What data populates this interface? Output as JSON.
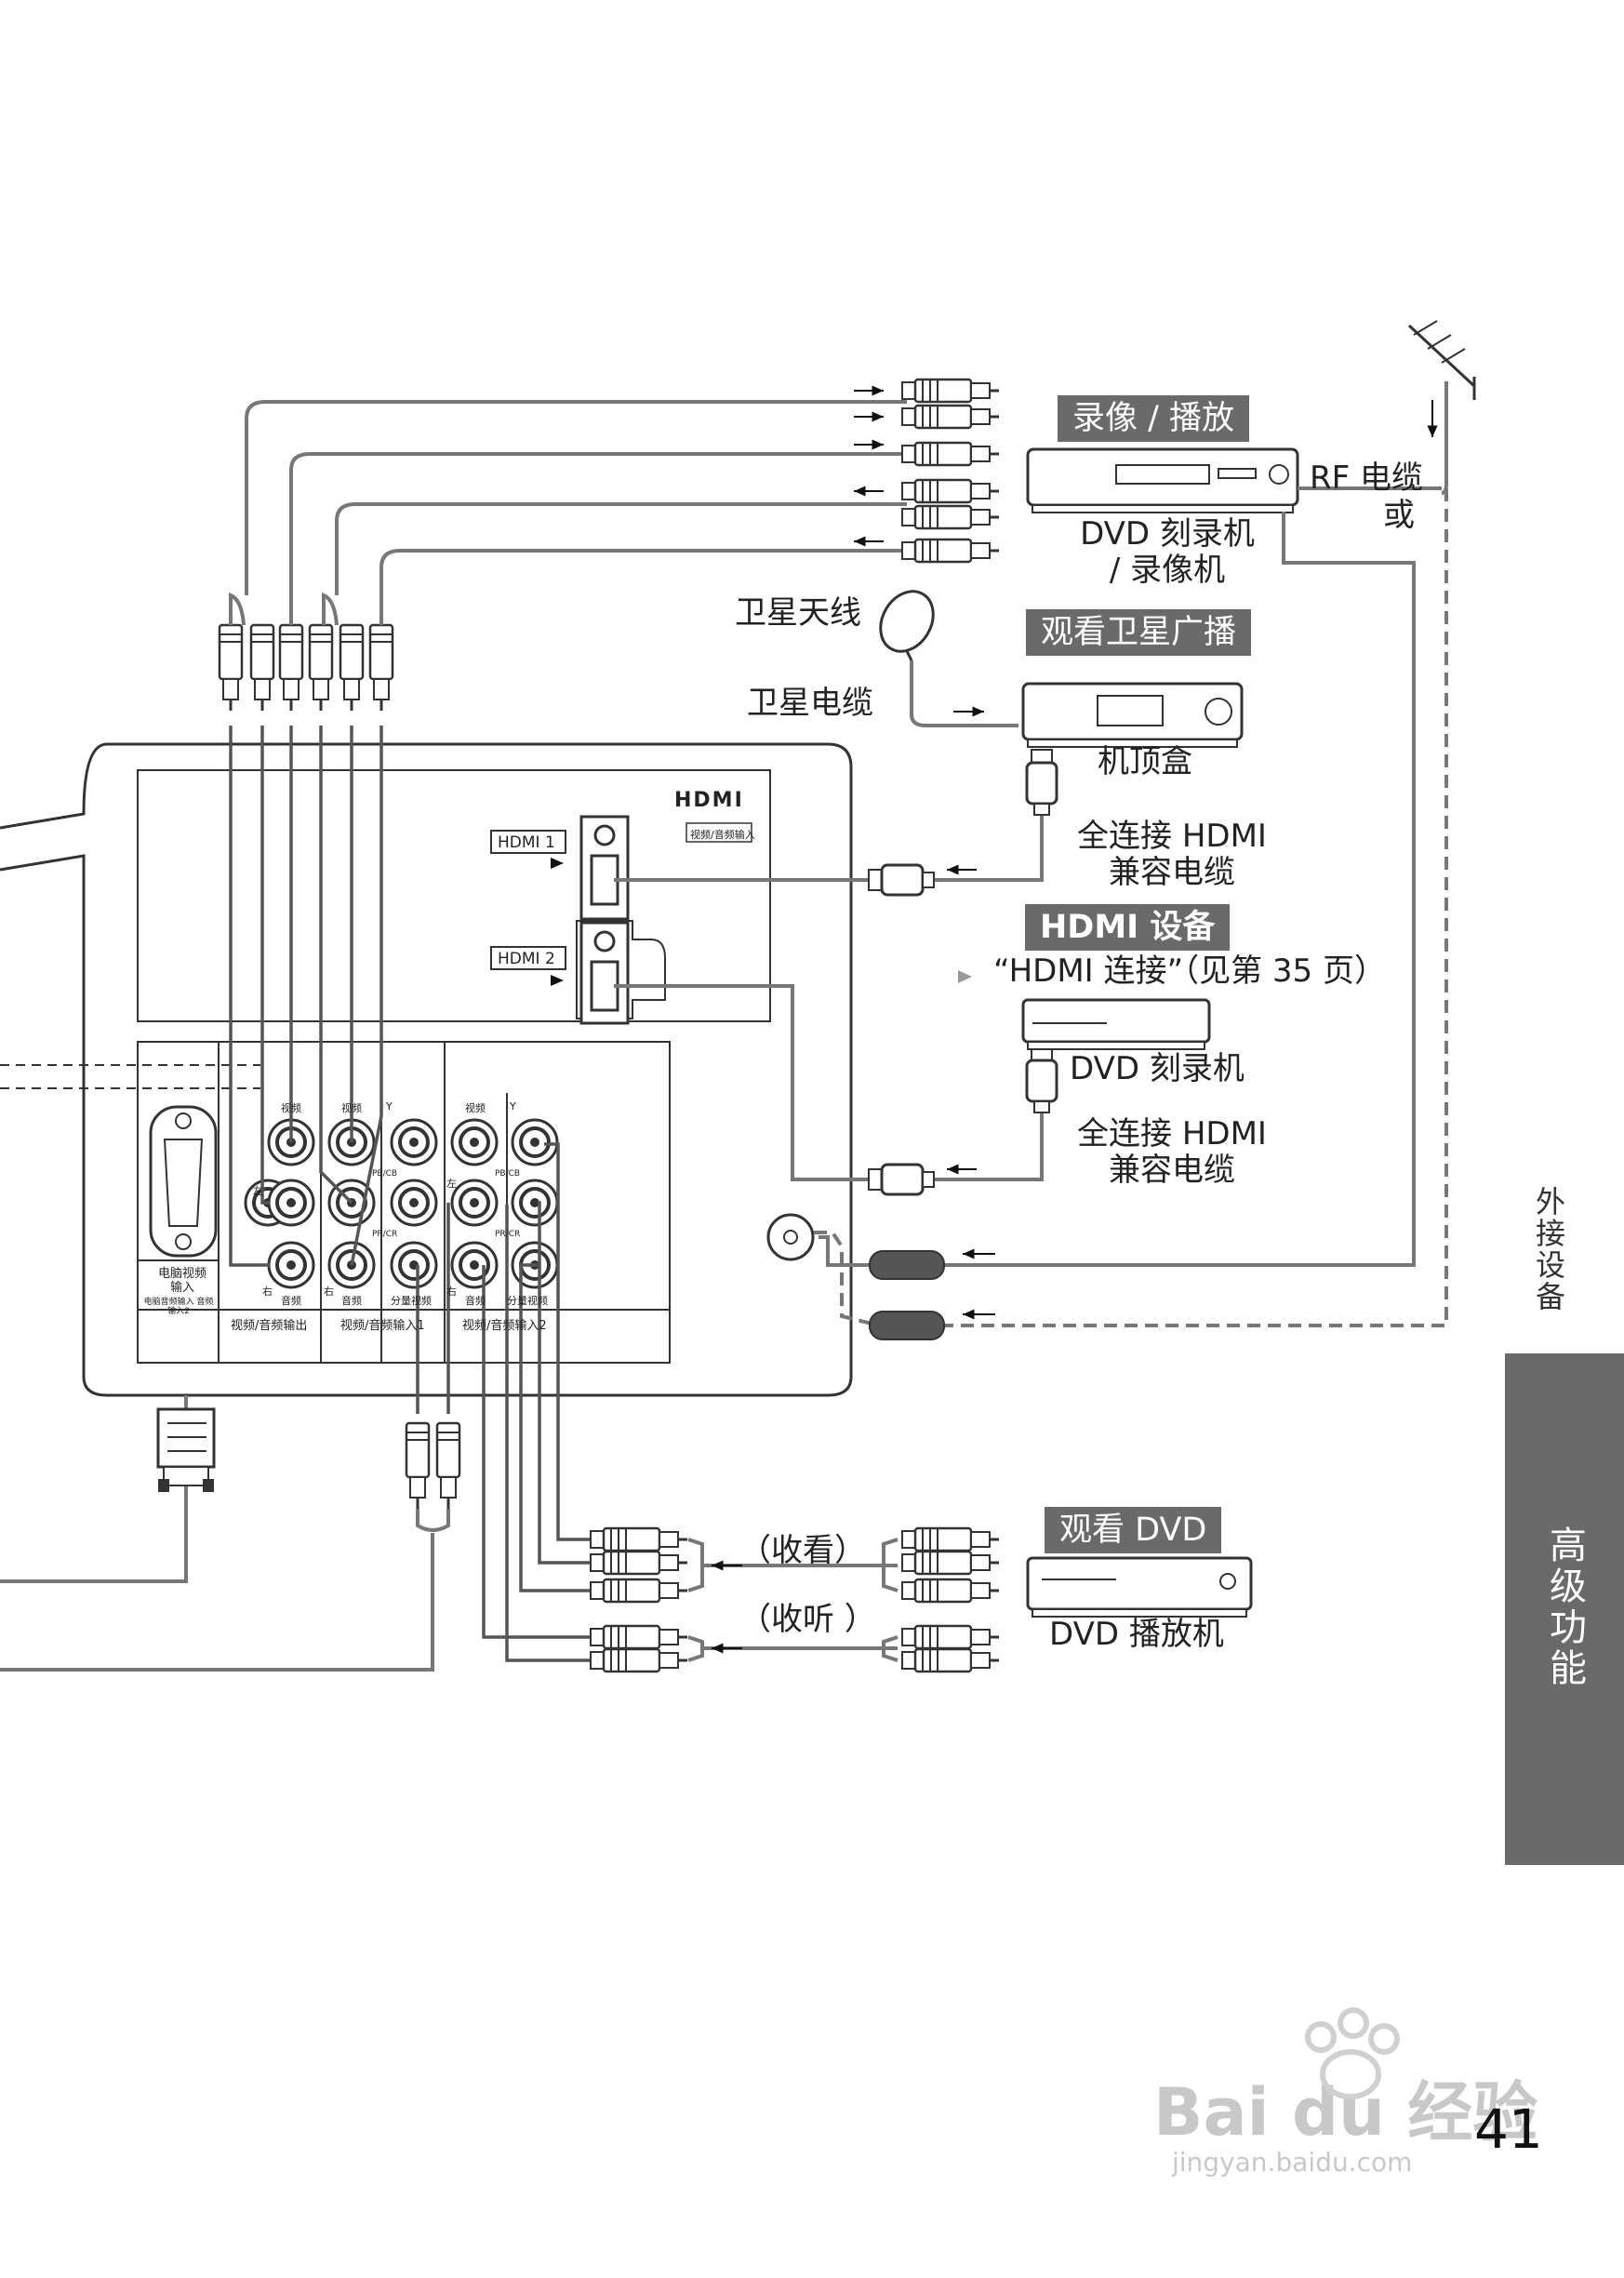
{
  "labels": {
    "record_play": "录像 / 播放",
    "dvd_recorder_vcr_line1": "DVD 刻录机",
    "dvd_recorder_vcr_line2": "/ 录像机",
    "rf_cable": "RF 电缆",
    "or": "或",
    "satellite_antenna": "卫星天线",
    "watch_satellite": "观看卫星广播",
    "satellite_cable": "卫星电缆",
    "set_top_box": "机顶盒",
    "hdmi_cable_1_line1": "全连接 HDMI",
    "hdmi_cable_1_line2": "兼容电缆",
    "hdmi_device": "HDMI 设备",
    "hdmi_ref": "“HDMI 连接”（见第 35 页）",
    "dvd_recorder": "DVD 刻录机",
    "hdmi_cable_2_line1": "全连接 HDMI",
    "hdmi_cable_2_line2": "兼容电缆",
    "watch_dvd": "观看 DVD",
    "watching": "（收看）",
    "listening": "（收听 ）",
    "dvd_player": "DVD 播放机"
  },
  "panel": {
    "hdmi_logo": "HDMI",
    "hdmi_av_in": "视频/音频输入",
    "hdmi1": "HDMI 1",
    "hdmi2": "HDMI 2",
    "pc_input_line1": "电脑视频",
    "pc_input_line2": "输入",
    "pc_audio": "电脑音频输入 音频输入2",
    "av_out": "视频/音频输出",
    "av_in1": "视频/音频输入1",
    "av_in2": "视频/音频输入2",
    "video": "视频",
    "audio": "音频",
    "component": "分量视频",
    "left": "左",
    "right": "右",
    "y": "Y",
    "pb": "PB/CB",
    "pr": "PR/CR"
  },
  "side_tab": {
    "section": "外接设备",
    "chapter": "高级功能"
  },
  "watermark": {
    "brand": "Bai du 经验",
    "url": "jingyan.baidu.com"
  },
  "page_number": "41"
}
